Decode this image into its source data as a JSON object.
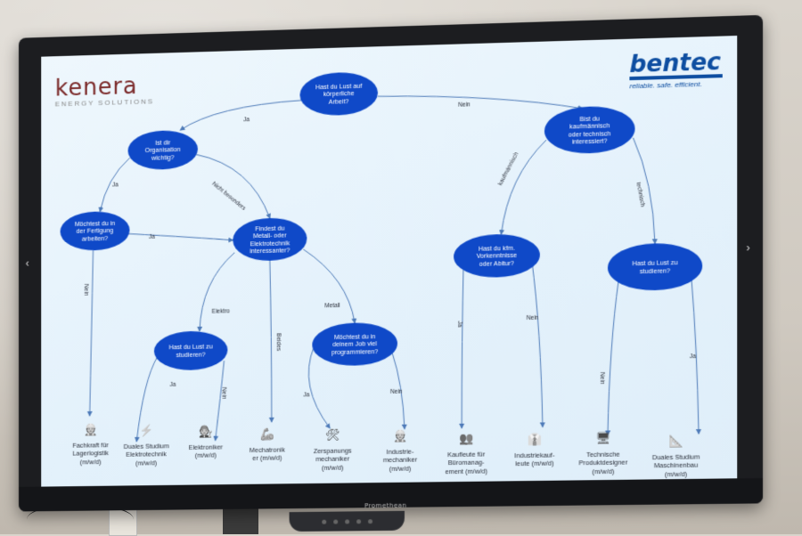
{
  "logos": {
    "left_name": "kenera",
    "left_sub": "ENERGY SOLUTIONS",
    "right_name": "bentec",
    "right_tag": "reliable. safe. efficient."
  },
  "monitor": {
    "brand": "Promethean"
  },
  "nodes": {
    "q1": "Hast du Lust auf\nkörperliche\nArbeit?",
    "q2": "Ist dir\nOrganisation\nwichtig?",
    "q3": "Bist du\nkaufmännisch\noder technisch\ninteressiert?",
    "q4": "Möchtest du in\nder Fertigung\narbeiten?",
    "q5": "Findest du\nMetall- oder\nElektrotechnik\ninteressanter?",
    "q6": "Hast du kfm.\nVorkenntnisse\noder Abitur?",
    "q7": "Hast du Lust zu\nstudieren?",
    "q8": "Hast du Lust zu\nstudieren?",
    "q9": "Möchtest du in\ndeinem Job viel\nprogrammieren?"
  },
  "edges": {
    "e1": "Ja",
    "e2": "Nein",
    "e3": "Ja",
    "e4": "Nicht besonders",
    "e5": "kaufmännisch",
    "e6": "technisch",
    "e7": "Ja",
    "e8": "Nein",
    "e9": "Elektro",
    "e10": "Beides",
    "e11": "Metall",
    "e12": "Nein",
    "e13": "Ja",
    "e14": "Ja",
    "e15": "Nein",
    "e16": "Nein",
    "e17": "Ja",
    "e18": "Ja",
    "e19": "Nein"
  },
  "jobs": [
    {
      "icon": "worker-icon",
      "label": "Fachkraft für\nLagerlogistik\n(m/w/d)"
    },
    {
      "icon": "usb-icon",
      "label": "Duales Studium\nElektrotechnik\n(m/w/d)"
    },
    {
      "icon": "engineer-icon",
      "label": "Elektroniker\n(m/w/d)"
    },
    {
      "icon": "robot-arm-icon",
      "label": "Mechatronik\ner (m/w/d)"
    },
    {
      "icon": "tools-icon",
      "label": "Zerspanungs\nmechaniker\n(m/w/d)"
    },
    {
      "icon": "worker-icon",
      "label": "Industrie-\nmechaniker\n(m/w/d)"
    },
    {
      "icon": "meeting-icon",
      "label": "Kaufleute für\nBüromanag-\nement (m/w/d)"
    },
    {
      "icon": "businessman-icon",
      "label": "Industriekauf-\nleute (m/w/d)"
    },
    {
      "icon": "monitor-design-icon",
      "label": "Technische\nProduktdesigner\n(m/w/d)"
    },
    {
      "icon": "blueprint-icon",
      "label": "Duales Studium\nMaschinenbau\n(m/w/d)"
    }
  ],
  "colors": {
    "node_fill": "#0f49c8",
    "node_text": "#ffffff",
    "edge": "#4d7ab8",
    "edge_label": "#2a2f3a",
    "screen_bg": "#e6f3fc"
  }
}
